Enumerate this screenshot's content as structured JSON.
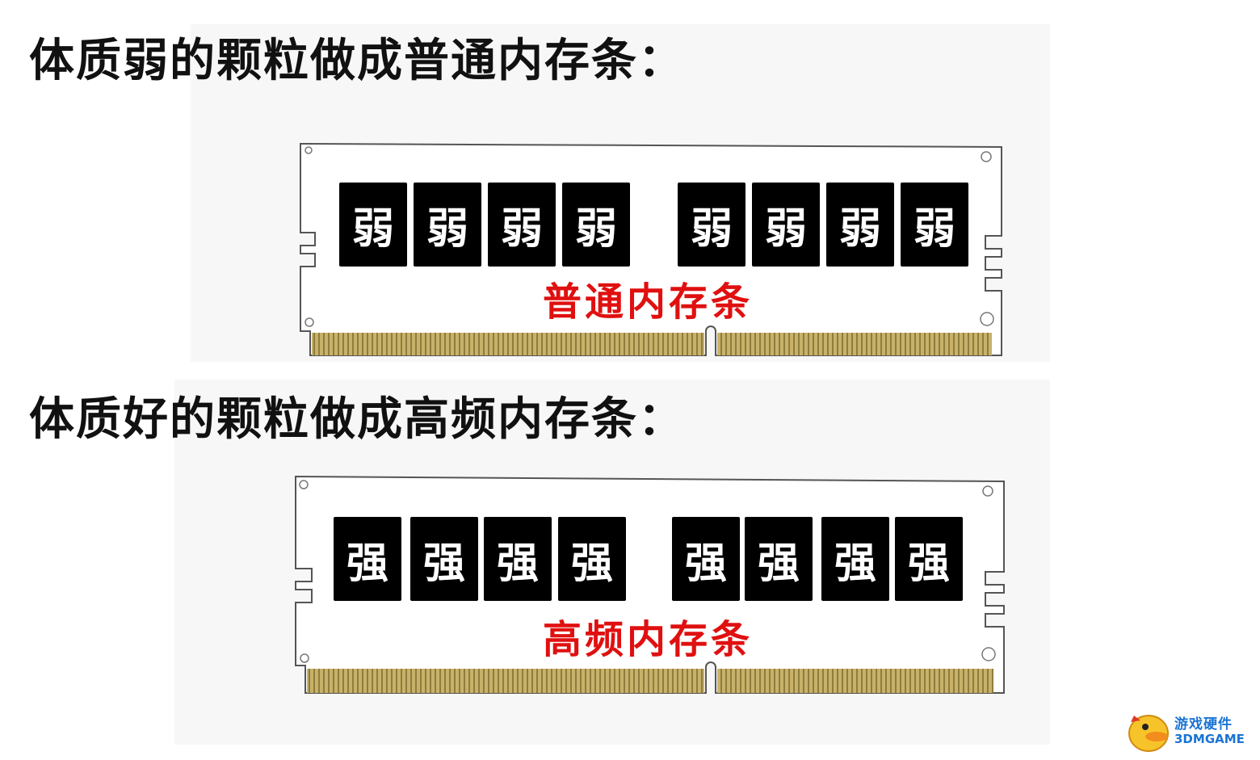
{
  "sections": [
    {
      "heading": "体质弱的颗粒做成普通内存条：",
      "chip_text": "弱",
      "chips": [
        "弱",
        "弱",
        "弱",
        "弱",
        "弱",
        "弱",
        "弱",
        "弱"
      ],
      "label": "普通内存条"
    },
    {
      "heading": "体质好的颗粒做成高频内存条：",
      "chip_text": "强",
      "chips": [
        "强",
        "强",
        "强",
        "强",
        "强",
        "强",
        "强",
        "强"
      ],
      "label": "高频内存条"
    }
  ],
  "colors": {
    "heading": "#111111",
    "chip_bg": "#000000",
    "chip_text": "#ffffff",
    "label": "#e01010",
    "pcb_outline": "#555555",
    "contacts": "#c8b26a"
  },
  "watermark": {
    "line1": "游戏硬件",
    "line2": "3DMGAME",
    "icon": "duck-mascot-icon"
  }
}
